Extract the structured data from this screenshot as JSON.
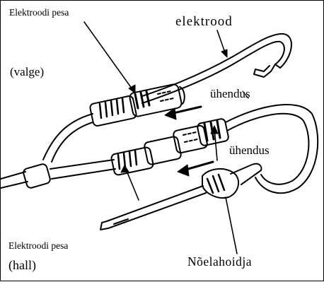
{
  "labels": {
    "electrode_socket_top": "Elektroodi pesa",
    "electrode": "elektrood",
    "white": "(valge)",
    "connection_1": "ühendus",
    "connection_2": "ühendus",
    "electrode_socket_bottom": "Elektroodi pesa",
    "gray": "(hall)",
    "needle_holder": "Nõelahoidja"
  },
  "colors": {
    "ink": "#000000",
    "background": "#ffffff"
  }
}
